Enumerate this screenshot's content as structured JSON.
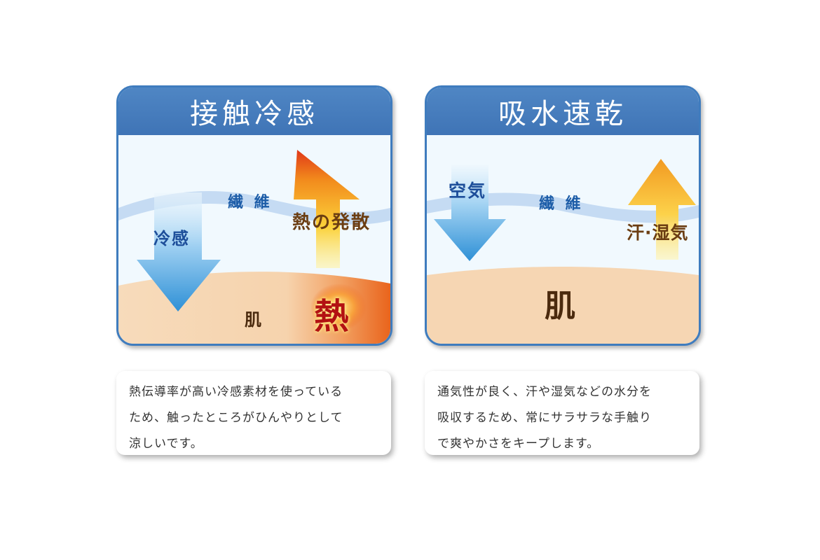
{
  "panels": [
    {
      "title": "接触冷感",
      "fiber_label": "繊 維",
      "down_label": "冷感",
      "up_label": "熱の発散",
      "skin_label": "肌",
      "heat_label": "熱",
      "description_lines": [
        "熱伝導率が高い冷感素材を使っている",
        "ため、触ったところがひんやりとして",
        "涼しいです。"
      ]
    },
    {
      "title": "吸水速乾",
      "fiber_label": "繊 維",
      "down_label": "空気",
      "up_label": "汗·湿気",
      "skin_label": "肌",
      "description_lines": [
        "通気性が良く、汗や湿気などの水分を",
        "吸収するため、常にサラサラな手触り",
        "で爽やかさをキープします。"
      ]
    }
  ],
  "colors": {
    "frame": "#3f7cbe",
    "title_bar": "#4a80c1",
    "fiber": "#c4daf2",
    "skin": "#f6d6b2",
    "cool_arrow": "#2f96da",
    "heat_arrow": "#f08a1a",
    "label_blue": "#1d5da8",
    "label_brown": "#6b3d12"
  }
}
